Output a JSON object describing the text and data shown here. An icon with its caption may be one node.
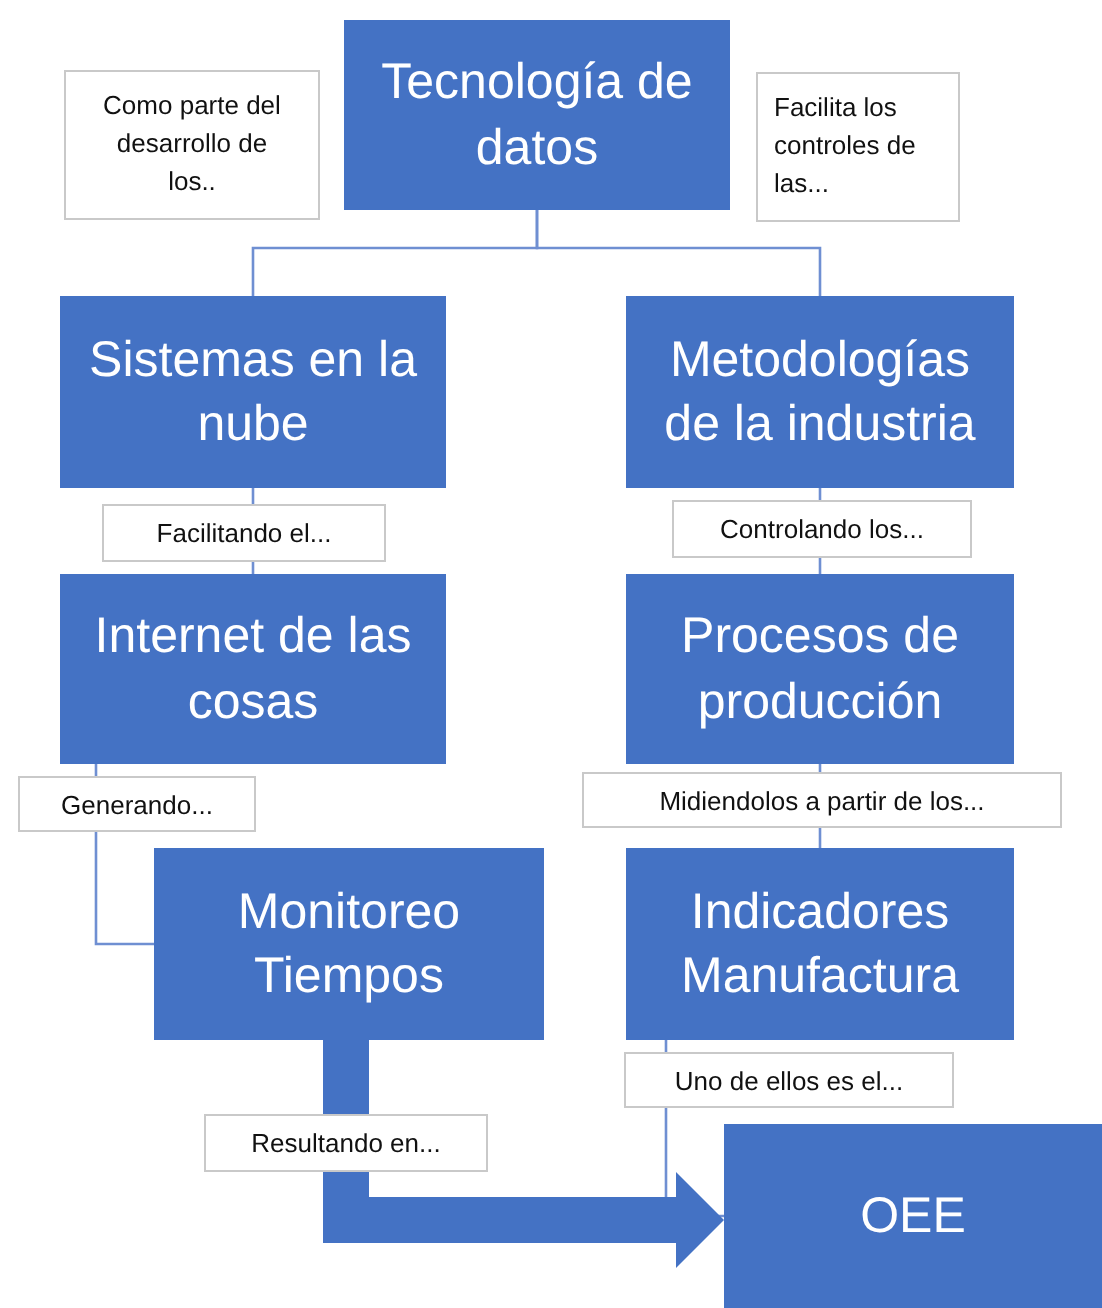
{
  "diagram": {
    "nodes": [
      {
        "text": [
          "Como parte del desarrollo de los.."
        ]
      },
      {
        "text": [
          "Tecnología de datos"
        ]
      },
      {
        "text": [
          "Facilita los controles de las..."
        ]
      },
      {
        "text": [
          "Sistemas en la nube"
        ]
      },
      {
        "text": [
          "Metodologías de la industria"
        ]
      },
      {
        "text": [
          "Internet de las cosas"
        ]
      },
      {
        "text": [
          "Procesos de producción"
        ]
      },
      {
        "text": [
          "Monitoreo Tiempos"
        ]
      },
      {
        "text": [
          "Indicadores Manufactura"
        ]
      },
      {
        "text": [
          "OEE"
        ]
      }
    ],
    "edges": [
      {
        "from": 1,
        "to": 3,
        "arrow": "none"
      },
      {
        "from": 1,
        "to": 4,
        "arrow": "none"
      },
      {
        "from": 3,
        "to": 5,
        "arrow": "none",
        "label": "Facilitando el..."
      },
      {
        "from": 4,
        "to": 6,
        "arrow": "none",
        "label": "Controlando los..."
      },
      {
        "from": 5,
        "to": 7,
        "arrow": "none",
        "label": "Generando..."
      },
      {
        "from": 6,
        "to": 8,
        "arrow": "none",
        "label": "Midiendolos a partir de los..."
      },
      {
        "from": 8,
        "to": 9,
        "arrow": "none",
        "label": "Uno de ellos es el..."
      },
      {
        "from": 7,
        "to": 9,
        "arrow": "to",
        "label": "Resultando en...",
        "style": "thick",
        "color": "#4472c4"
      }
    ]
  }
}
